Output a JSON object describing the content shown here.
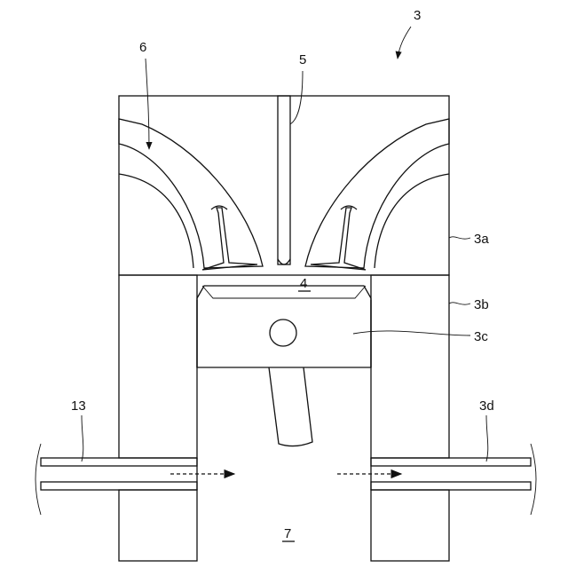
{
  "labels": {
    "engine": "3",
    "head": "3a",
    "block": "3b",
    "piston": "3c",
    "pipe_right": "3d",
    "chamber": "4",
    "injector": "5",
    "port": "6",
    "crankcase": "7",
    "pipe_left": "13"
  }
}
